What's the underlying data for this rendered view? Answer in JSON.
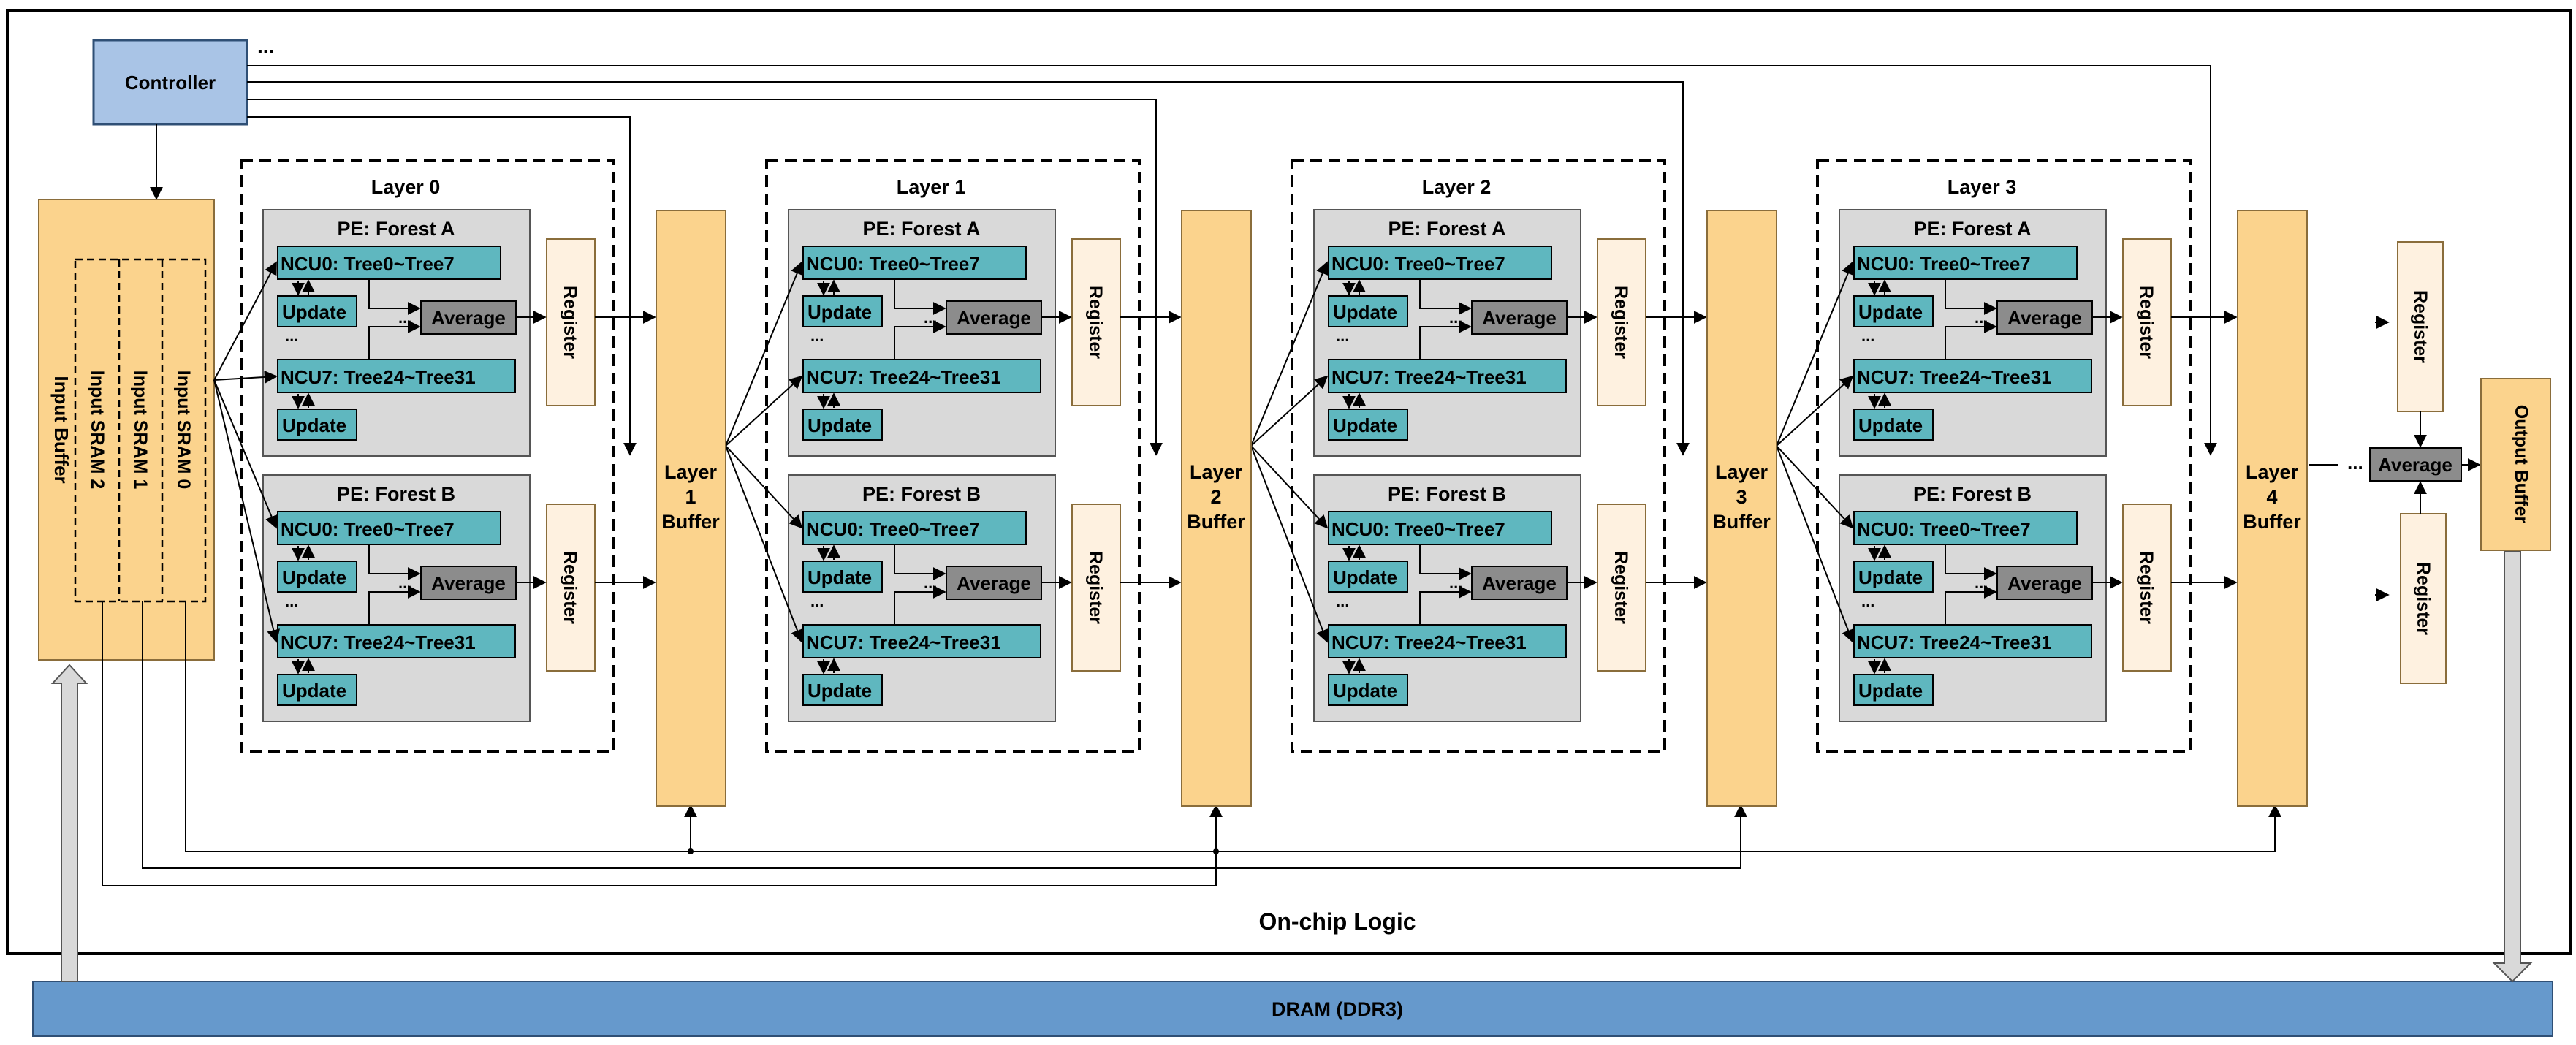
{
  "controller": {
    "label": "Controller",
    "ellipsis": "..."
  },
  "input_buffer": {
    "label": "Input Buffer",
    "srams": [
      "Input SRAM 2",
      "Input SRAM 1",
      "Input SRAM 0"
    ]
  },
  "layers": [
    {
      "title": "Layer 0"
    },
    {
      "title": "Layer 1"
    },
    {
      "title": "Layer 2"
    },
    {
      "title": "Layer 3"
    }
  ],
  "pe": {
    "forest_a": "PE: Forest A",
    "forest_b": "PE: Forest B",
    "ncu0": "NCU0: Tree0~Tree7",
    "ncu7": "NCU7: Tree24~Tree31",
    "update": "Update",
    "average": "Average",
    "ellipsis": "..."
  },
  "register": "Register",
  "layer_buffers": [
    {
      "line1": "Layer",
      "line2": "1",
      "line3": "Buffer"
    },
    {
      "line1": "Layer",
      "line2": "2",
      "line3": "Buffer"
    },
    {
      "line1": "Layer",
      "line2": "3",
      "line3": "Buffer"
    },
    {
      "line1": "Layer",
      "line2": "4",
      "line3": "Buffer"
    }
  ],
  "output_stage": {
    "average": "Average",
    "ellipsis": "..."
  },
  "output_buffer": {
    "label": "Output Buffer"
  },
  "onchip_logic": "On-chip Logic",
  "dram": {
    "label": "DRAM (DDR3)"
  },
  "colors": {
    "controller": "#A9C4E6",
    "buffer": "#FBD38D",
    "pe_bg": "#D9D9D9",
    "ncu": "#5FB7BF",
    "average": "#8C8C8C",
    "register": "#FEF1E0",
    "dram": "#6699CC"
  }
}
